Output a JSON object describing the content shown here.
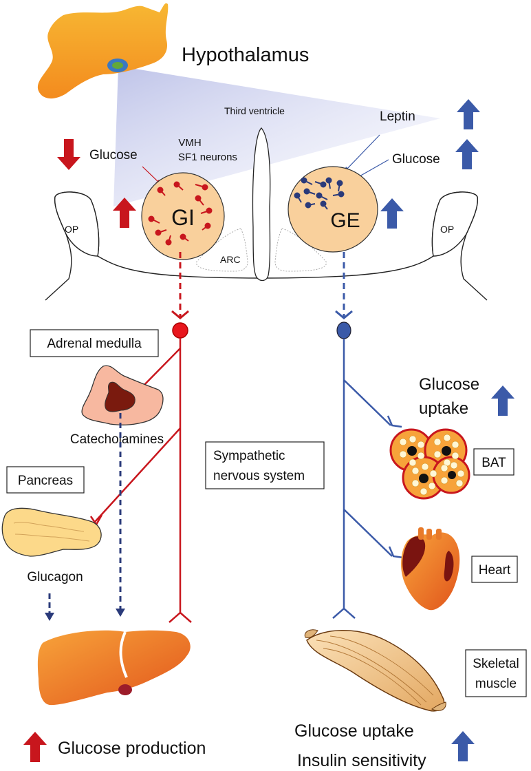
{
  "labels": {
    "hypothalamus": "Hypothalamus",
    "third_ventricle": "Third ventricle",
    "vmh": "VMH",
    "sf1": "SF1 neurons",
    "glucose_left": "Glucose",
    "leptin": "Leptin",
    "glucose_right": "Glucose",
    "gi": "GI",
    "ge": "GE",
    "op_left": "OP",
    "op_right": "OP",
    "arc": "ARC",
    "adrenal_medulla": "Adrenal medulla",
    "catecholamines": "Catecholamines",
    "pancreas": "Pancreas",
    "glucagon": "Glucagon",
    "sympathetic_line1": "Sympathetic",
    "sympathetic_line2": "nervous system",
    "glucose_uptake_bat_line1": "Glucose",
    "glucose_uptake_bat_line2": "uptake",
    "bat": "BAT",
    "heart": "Heart",
    "skeletal_line1": "Skeletal",
    "skeletal_line2": "muscle",
    "glucose_production": "Glucose production",
    "glucose_uptake_muscle": "Glucose uptake",
    "insulin_sensitivity": "Insulin sensitivity"
  },
  "colors": {
    "red": "#c8161d",
    "blue": "#3b5aa8",
    "navy": "#2a3a7a",
    "nucleus_fill": "#f9d09c",
    "brain_orange": "#f6a623",
    "liver": "#f08a2c",
    "pancreas": "#fcd98a",
    "adrenal": "#f7b8a0"
  }
}
